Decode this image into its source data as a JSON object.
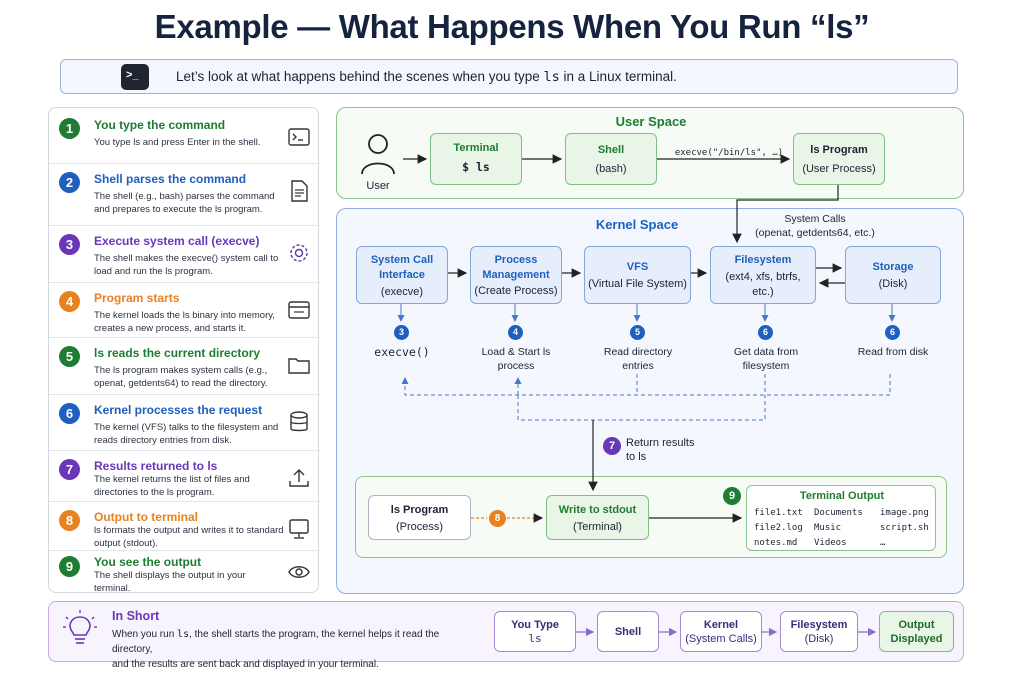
{
  "title": "Example — What Happens When You Run “ls”",
  "intro": {
    "icon": "terminal-icon",
    "text_before": "Let’s look at what happens behind the scenes when you type ",
    "code": "ls",
    "text_after": " in a Linux terminal."
  },
  "steps": [
    {
      "num": "1",
      "title": "You type the command",
      "desc": "You type ls and press Enter in the shell.",
      "color": "#1e7d32",
      "icon": "terminal-icon"
    },
    {
      "num": "2",
      "title": "Shell parses the command",
      "desc": "The shell (e.g., bash) parses the command and prepares to execute the ls program.",
      "color": "#1f5fbf",
      "icon": "document-icon"
    },
    {
      "num": "3",
      "title": "Execute system call (execve)",
      "desc": "The shell makes the execve() system call to load and run the ls program.",
      "color": "#6a37b8",
      "icon": "gear-icon"
    },
    {
      "num": "4",
      "title": "Program starts",
      "desc": "The kernel loads the ls binary into memory, creates a new process, and starts it.",
      "color": "#e8821e",
      "icon": "window-icon"
    },
    {
      "num": "5",
      "title": "ls reads the current directory",
      "desc": "The ls program makes system calls (e.g., openat, getdents64) to read the directory.",
      "color": "#1e7d32",
      "icon": "folder-icon"
    },
    {
      "num": "6",
      "title": "Kernel processes the request",
      "desc": "The kernel (VFS) talks to the filesystem and reads directory entries from disk.",
      "color": "#1f5fbf",
      "icon": "database-icon"
    },
    {
      "num": "7",
      "title": "Results returned to ls",
      "desc": "The kernel returns the list of files and directories to the ls program.",
      "color": "#6a37b8",
      "icon": "upload-icon"
    },
    {
      "num": "8",
      "title": "Output to terminal",
      "desc": "ls formats the output and writes it to standard output (stdout).",
      "color": "#e8821e",
      "icon": "monitor-icon"
    },
    {
      "num": "9",
      "title": "You see the output",
      "desc": "The shell displays the output in your terminal.",
      "color": "#1e7d32",
      "icon": "eye-icon"
    }
  ],
  "user_space": {
    "title": "User Space",
    "user_label": "User",
    "terminal": {
      "title": "Terminal",
      "cmd": "$ ls"
    },
    "shell": {
      "title": "Shell",
      "sub": "(bash)"
    },
    "execve_call": "execve(\"/bin/ls\", …)",
    "ls_program": {
      "title": "ls Program",
      "sub": "(User Process)"
    }
  },
  "kernel_space": {
    "title": "Kernel Space",
    "syscalls_label": "System Calls",
    "syscalls_sub": "(openat, getdents64, etc.)",
    "boxes": [
      {
        "title": "System Call Interface",
        "sub": "(execve)"
      },
      {
        "title": "Process Management",
        "sub": "(Create Process)"
      },
      {
        "title": "VFS",
        "sub": "(Virtual File System)"
      },
      {
        "title": "Filesystem",
        "sub": "(ext4, xfs, btrfs, etc.)"
      },
      {
        "title": "Storage",
        "sub": "(Disk)"
      }
    ],
    "markers": [
      {
        "num": "3",
        "label": "execve()"
      },
      {
        "num": "4",
        "label": "Load & Start ls process"
      },
      {
        "num": "5",
        "label": "Read directory entries"
      },
      {
        "num": "6",
        "label": "Get data from filesystem"
      },
      {
        "num": "6",
        "label": "Read from disk"
      }
    ],
    "return": {
      "num": "7",
      "label": "Return results to ls"
    }
  },
  "output": {
    "ls_program": {
      "title": "ls Program",
      "sub": "(Process)"
    },
    "step8": "8",
    "stdout": {
      "title": "Write to stdout",
      "sub": "(Terminal)"
    },
    "step9": "9",
    "terminal_output": {
      "title": "Terminal Output",
      "files": [
        "file1.txt",
        "Documents",
        "image.png",
        "file2.log",
        "Music",
        "script.sh",
        "notes.md",
        "Videos",
        "…"
      ]
    }
  },
  "in_short": {
    "icon": "lightbulb-icon",
    "title": "In Short",
    "text_1": "When you run ",
    "code": "ls",
    "text_2": ", the shell starts the program, the kernel helps it read the directory,",
    "text_3": "and the results are sent back and displayed in your terminal.",
    "flow": [
      {
        "title": "You Type",
        "sub": "ls"
      },
      {
        "title": "Shell",
        "sub": ""
      },
      {
        "title": "Kernel",
        "sub": "(System Calls)"
      },
      {
        "title": "Filesystem",
        "sub": "(Disk)"
      },
      {
        "title": "Output",
        "sub": "Displayed"
      }
    ]
  },
  "colors": {
    "green": "#1e7d32",
    "blue": "#1f5fbf",
    "purple": "#6a37b8",
    "orange": "#e8821e",
    "navy": "#15233f"
  }
}
